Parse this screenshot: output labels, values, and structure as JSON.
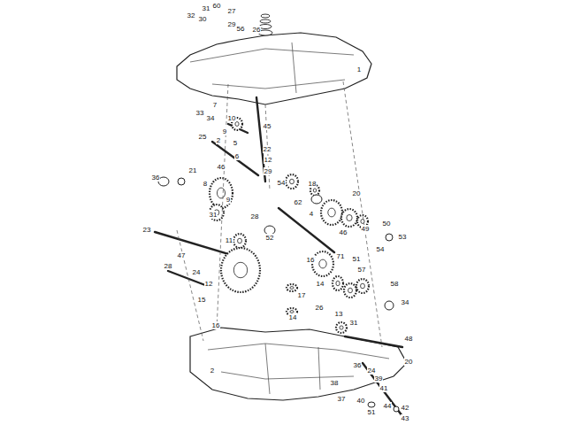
{
  "diagram": {
    "labels": [
      "31",
      "60",
      "27",
      "32",
      "30",
      "29",
      "56",
      "26",
      "1",
      "7",
      "33",
      "34",
      "10",
      "45",
      "25",
      "9",
      "2",
      "5",
      "22",
      "6",
      "46",
      "12",
      "29",
      "54",
      "18",
      "36",
      "21",
      "8",
      "9",
      "20",
      "31",
      "28",
      "62",
      "52",
      "4",
      "46",
      "49",
      "50",
      "53",
      "54",
      "23",
      "11",
      "47",
      "16",
      "71",
      "51",
      "57",
      "58",
      "34",
      "24",
      "12",
      "14",
      "17",
      "26",
      "13",
      "31",
      "15",
      "14",
      "16",
      "28",
      "2",
      "48",
      "20",
      "36",
      "38",
      "37",
      "24",
      "39",
      "41",
      "40",
      "42",
      "43",
      "44",
      "51"
    ]
  }
}
